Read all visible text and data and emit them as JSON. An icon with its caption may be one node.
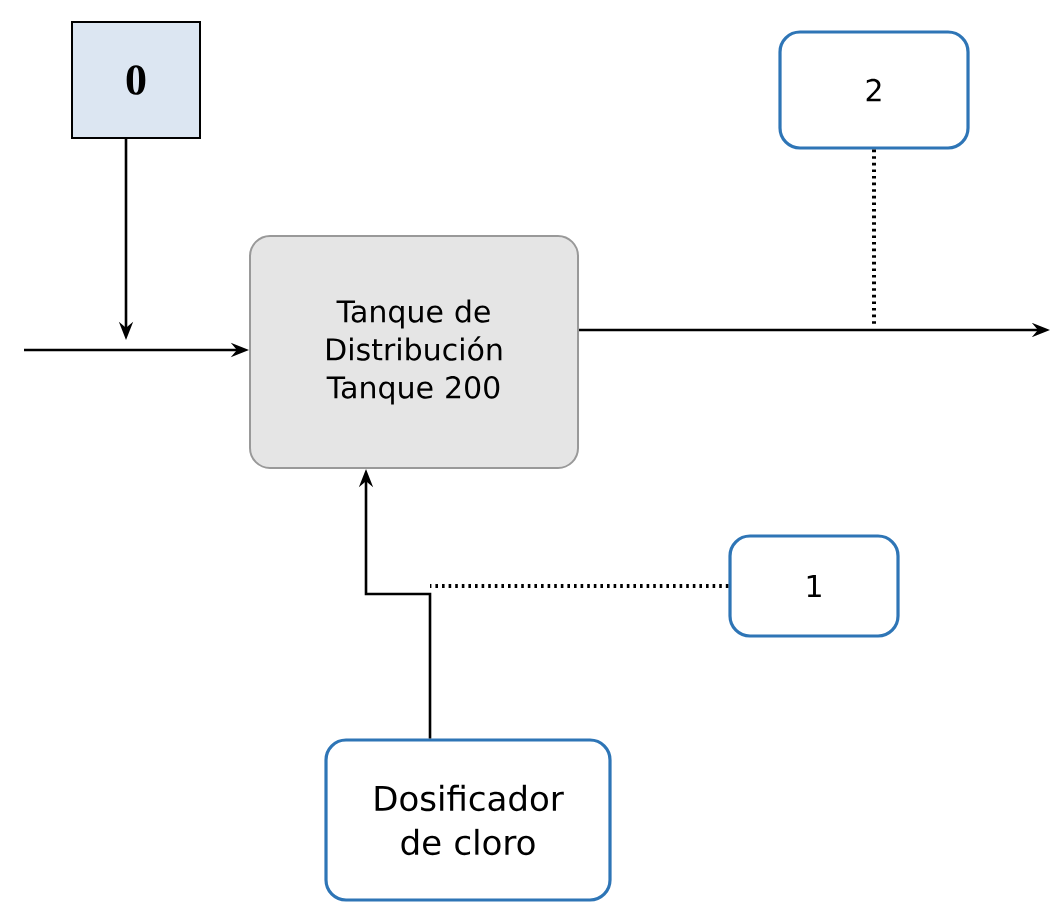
{
  "diagram": {
    "nodes": [
      {
        "text": [
          "0"
        ]
      },
      {
        "text": [
          "Tanque de Distribución Tanque 200"
        ]
      },
      {
        "text": [
          "2"
        ]
      },
      {
        "text": [
          "1"
        ]
      },
      {
        "text": [
          "Dosificador de cloro"
        ]
      }
    ],
    "edges": [
      {
        "from": null,
        "to": 1,
        "arrow": "to"
      },
      {
        "from": 0,
        "to": null,
        "arrow": "to"
      },
      {
        "from": 1,
        "to": null,
        "arrow": "to"
      },
      {
        "from": 2,
        "to": null,
        "arrow": "none",
        "style": "dashed"
      },
      {
        "from": 4,
        "to": 1,
        "arrow": "to"
      },
      {
        "from": 3,
        "to": null,
        "arrow": "none",
        "style": "dashed"
      }
    ]
  }
}
